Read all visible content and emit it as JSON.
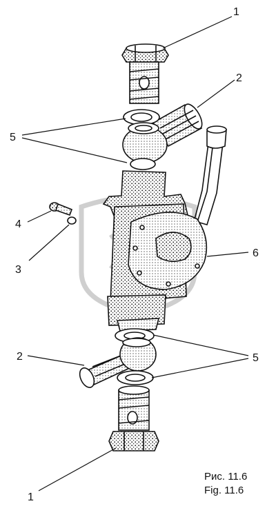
{
  "figure": {
    "caption_ru": "Рис. 11.6",
    "caption_en": "Fig. 11.6"
  },
  "callouts": {
    "c1_top": "1",
    "c2_top": "2",
    "c5_left": "5",
    "c4": "4",
    "c3": "3",
    "c6": "6",
    "c2_bottom": "2",
    "c5_right": "5",
    "c1_bottom": "1"
  },
  "colors": {
    "ink": "#111111",
    "watermark": "#cfcfcf",
    "background": "#ffffff"
  }
}
